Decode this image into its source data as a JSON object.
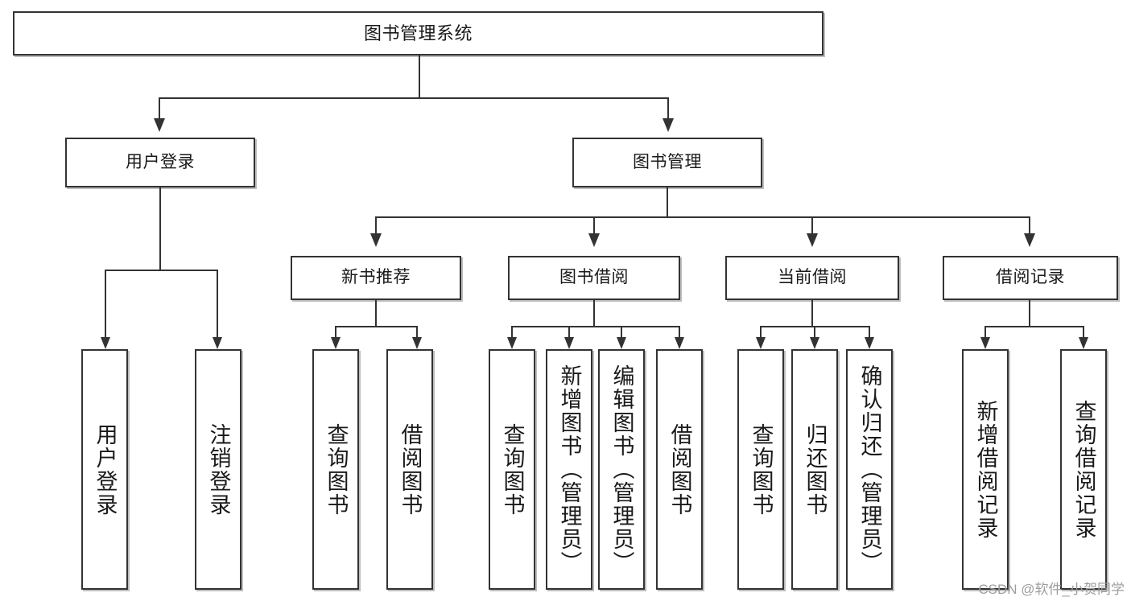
{
  "diagram": {
    "title": "图书管理系统",
    "watermark": "CSDN @软件_小贺同学",
    "type": "tree",
    "orientation": "top-down",
    "levels": 4,
    "colors": {
      "box_border": "#333333",
      "box_fill": "#ffffff",
      "connector": "#333333",
      "shadow": "#bdbdbd",
      "text": "#1a1a1a",
      "watermark": "#9e9e9e"
    },
    "nodes": {
      "root": {
        "label": "图书管理系统",
        "level": 1
      },
      "l2": [
        {
          "id": "user-login",
          "label": "用户登录",
          "level": 2
        },
        {
          "id": "book-manage",
          "label": "图书管理",
          "level": 2
        }
      ],
      "l3": [
        {
          "id": "new-book-rec",
          "label": "新书推荐",
          "level": 3,
          "parent": "book-manage"
        },
        {
          "id": "book-borrow",
          "label": "图书借阅",
          "level": 3,
          "parent": "book-manage"
        },
        {
          "id": "current-borrow",
          "label": "当前借阅",
          "level": 3,
          "parent": "book-manage"
        },
        {
          "id": "borrow-record",
          "label": "借阅记录",
          "level": 3,
          "parent": "book-manage"
        }
      ],
      "leaves": [
        {
          "id": "leaf-1",
          "label": "用户登录",
          "parent": "user-login"
        },
        {
          "id": "leaf-2",
          "label": "注销登录",
          "parent": "user-login"
        },
        {
          "id": "leaf-3",
          "label": "查询图书",
          "parent": "new-book-rec"
        },
        {
          "id": "leaf-4",
          "label": "借阅图书",
          "parent": "new-book-rec"
        },
        {
          "id": "leaf-5",
          "label": "查询图书",
          "parent": "book-borrow"
        },
        {
          "id": "leaf-6",
          "label": "新增图书（管理员）",
          "parent": "book-borrow"
        },
        {
          "id": "leaf-7",
          "label": "编辑图书（管理员）",
          "parent": "book-borrow"
        },
        {
          "id": "leaf-8",
          "label": "借阅图书",
          "parent": "book-borrow"
        },
        {
          "id": "leaf-9",
          "label": "查询图书",
          "parent": "current-borrow"
        },
        {
          "id": "leaf-10",
          "label": "归还图书",
          "parent": "current-borrow"
        },
        {
          "id": "leaf-11",
          "label": "确认归还（管理员）",
          "parent": "current-borrow"
        },
        {
          "id": "leaf-12",
          "label": "新增借阅记录",
          "parent": "borrow-record"
        },
        {
          "id": "leaf-13",
          "label": "查询借阅记录",
          "parent": "borrow-record"
        }
      ]
    }
  }
}
